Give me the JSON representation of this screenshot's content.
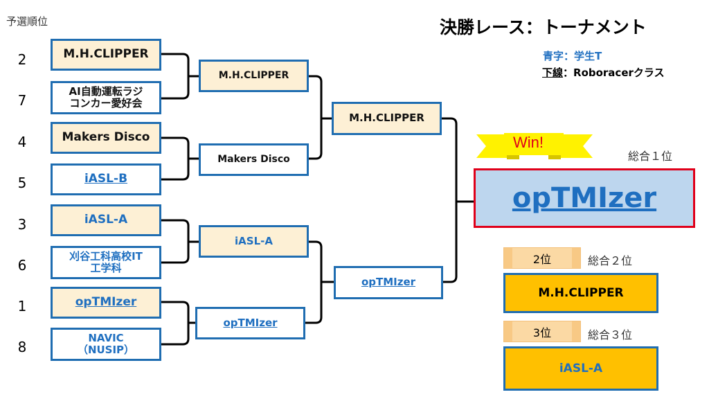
{
  "header": {
    "qualifying_label": "予選順位",
    "title": "決勝レース：トーナメント",
    "legend_blue": "青字：学生T",
    "legend_underline_key": "下線",
    "legend_underline_rest": "：Roboracerクラス"
  },
  "round1": [
    {
      "seed": "2",
      "name": "M.H.CLIPPER",
      "color": "black",
      "underline": false,
      "advanced": true
    },
    {
      "seed": "7",
      "name": "AI自動運転ラジ\nコンカー愛好会",
      "color": "black",
      "underline": false,
      "advanced": false
    },
    {
      "seed": "4",
      "name": "Makers Disco",
      "color": "black",
      "underline": false,
      "advanced": true
    },
    {
      "seed": "5",
      "name": "iASL-B",
      "color": "blue",
      "underline": true,
      "advanced": false
    },
    {
      "seed": "3",
      "name": "iASL-A",
      "color": "blue",
      "underline": false,
      "advanced": true
    },
    {
      "seed": "6",
      "name": "刈谷工科高校IT\n工学科",
      "color": "blue",
      "underline": false,
      "advanced": false
    },
    {
      "seed": "1",
      "name": "opTMIzer",
      "color": "blue",
      "underline": true,
      "advanced": true
    },
    {
      "seed": "8",
      "name": "NAVIC\n（NUSIP）",
      "color": "blue",
      "underline": false,
      "advanced": false
    }
  ],
  "round2": [
    {
      "name": "M.H.CLIPPER",
      "color": "black",
      "underline": false,
      "advanced": true
    },
    {
      "name": "Makers Disco",
      "color": "black",
      "underline": false,
      "advanced": false
    },
    {
      "name": "iASL-A",
      "color": "blue",
      "underline": false,
      "advanced": true
    },
    {
      "name": "opTMIzer",
      "color": "blue",
      "underline": true,
      "advanced": false
    }
  ],
  "round3": [
    {
      "name": "M.H.CLIPPER",
      "color": "black",
      "underline": false,
      "advanced": true
    },
    {
      "name": "opTMIzer",
      "color": "blue",
      "underline": true,
      "advanced": false
    }
  ],
  "champion": {
    "banner": "Win!",
    "overall_label": "総合１位",
    "name": "opTMIzer"
  },
  "second": {
    "tab": "2位",
    "overall_label": "総合２位",
    "name": "M.H.CLIPPER"
  },
  "third": {
    "tab": "3位",
    "overall_label": "総合３位",
    "name": "iASL-A"
  },
  "colors": {
    "box_border": "#1f6db1",
    "winner_fill": "#fdf0d5",
    "student_blue": "#1f6fc0",
    "champion_fill": "#bdd6ee",
    "champion_border": "#e0001a",
    "place_fill": "#ffc000",
    "tab_fill": "#fbd9a4",
    "banner_fill": "#fff200",
    "banner_text": "#e0001a"
  }
}
